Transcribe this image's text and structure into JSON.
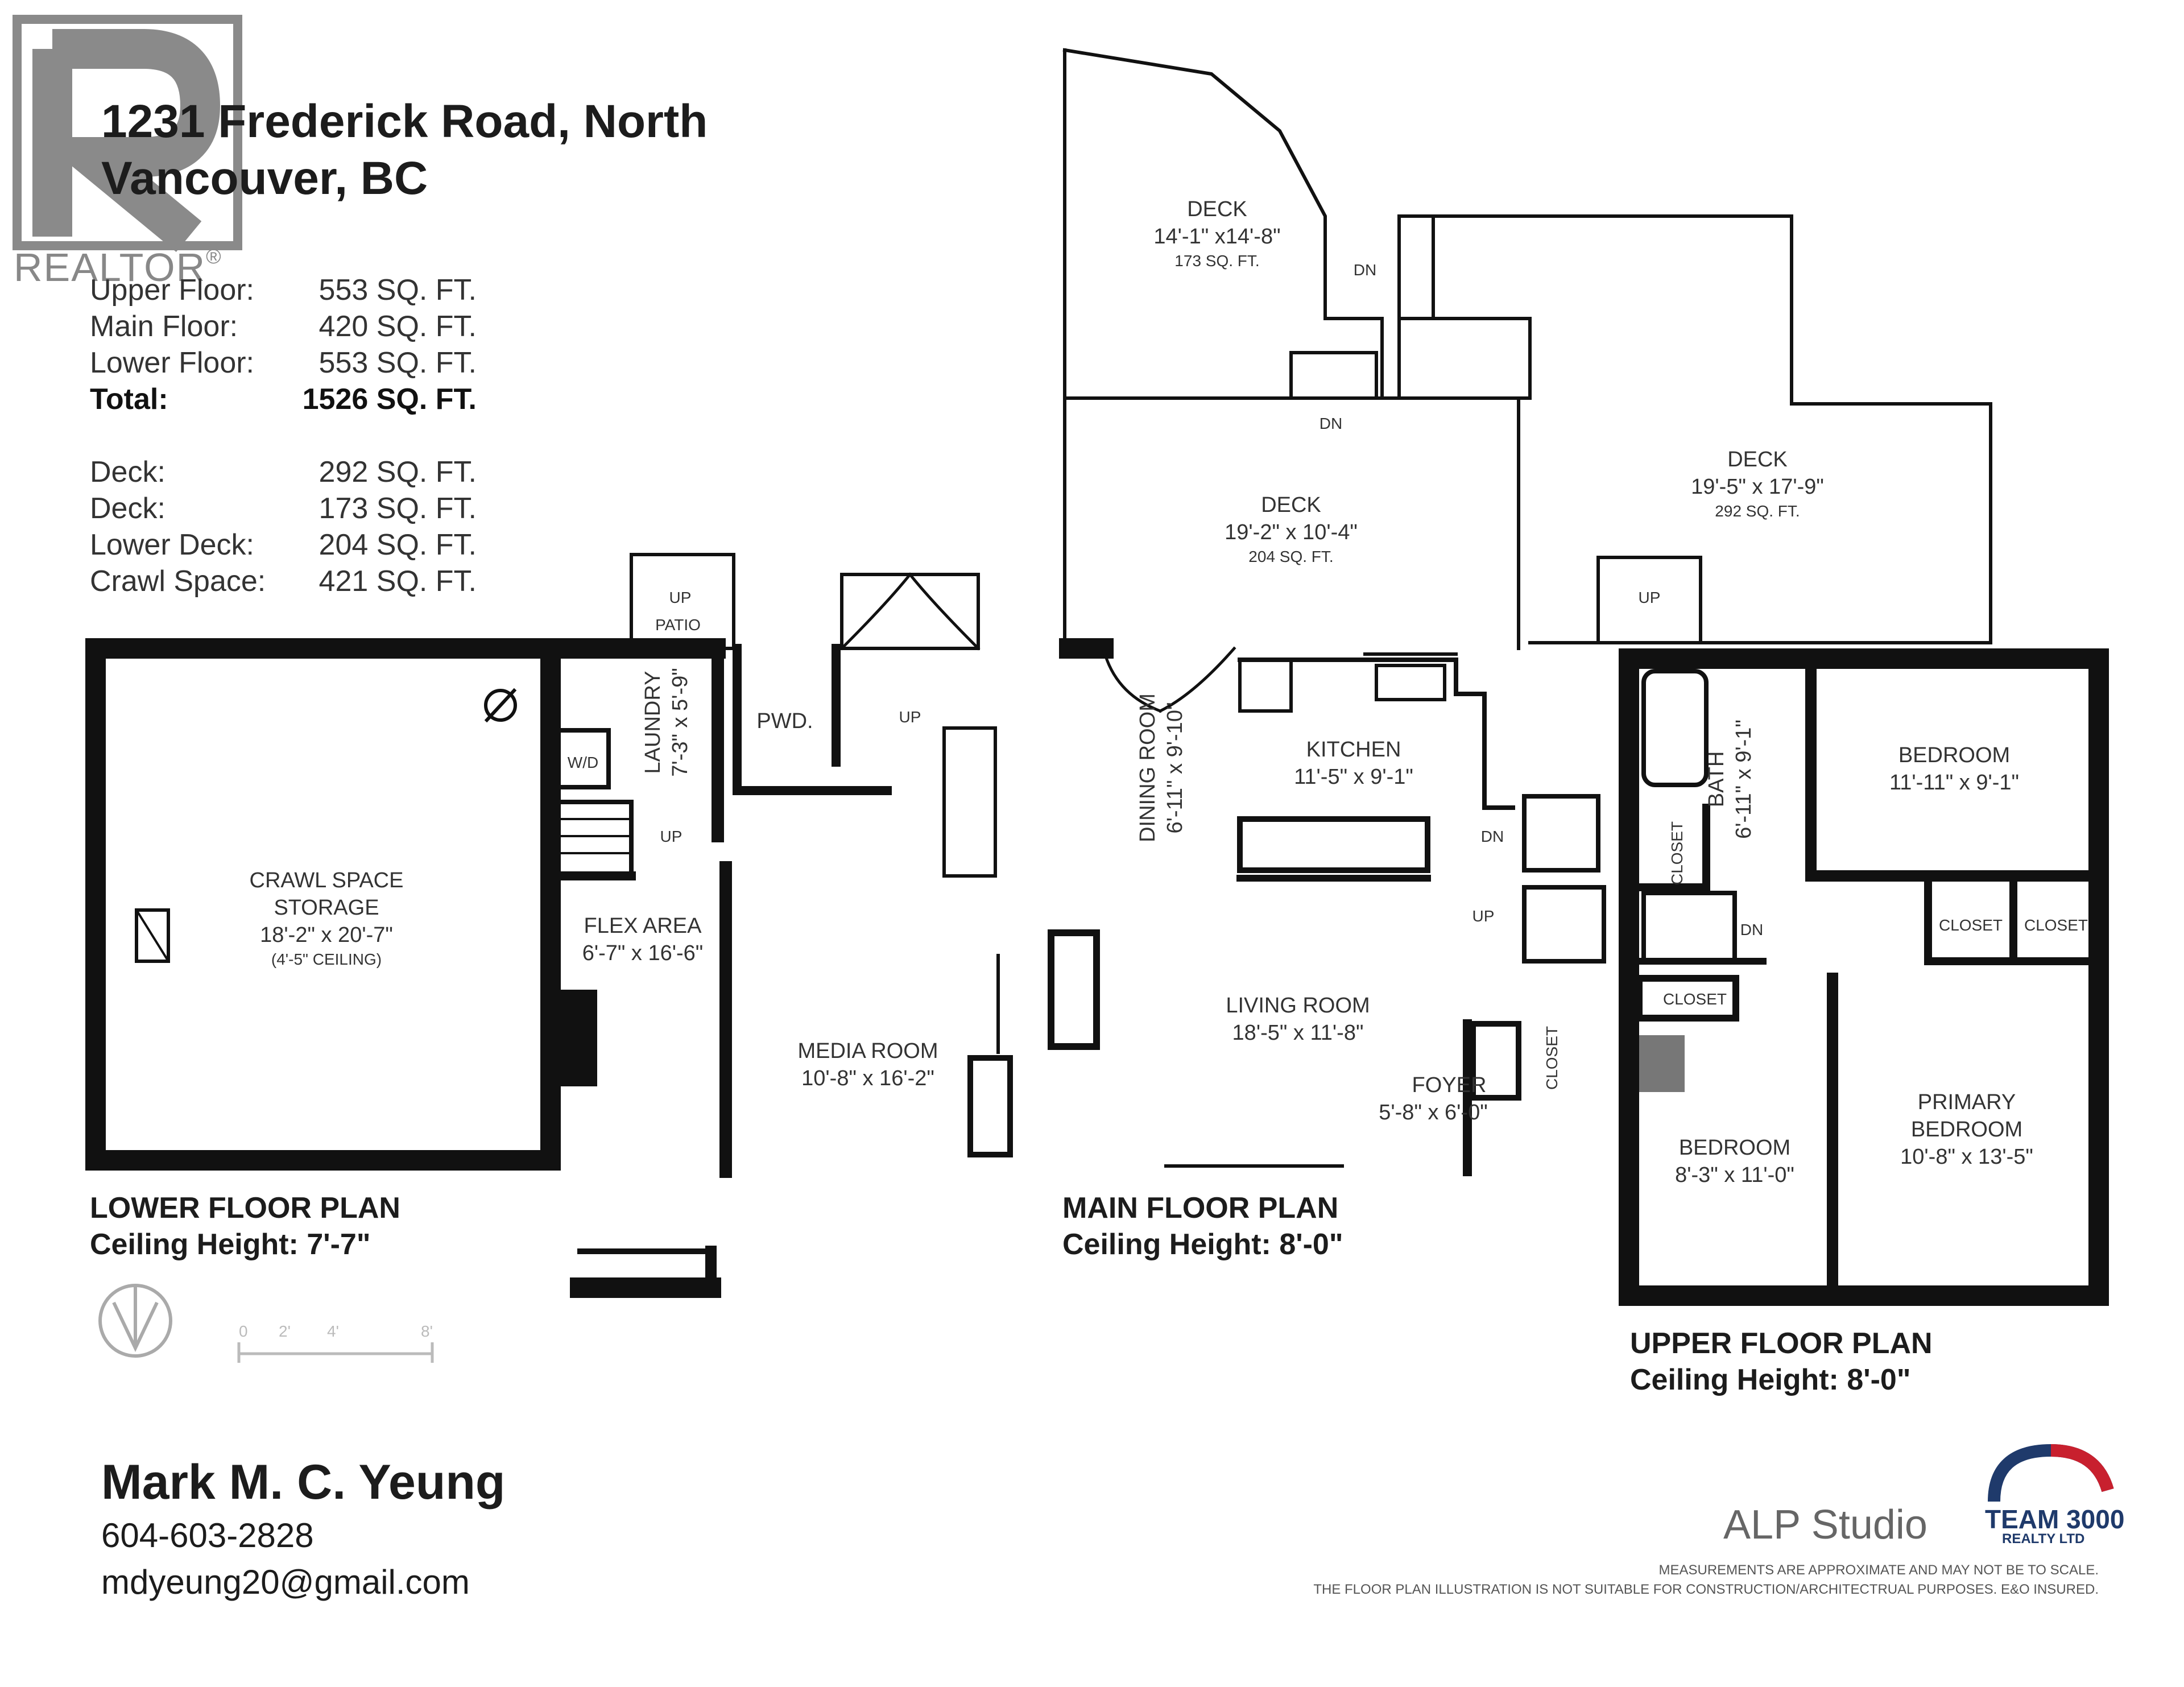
{
  "listing": {
    "address_line1": "1231 Frederick Road, North",
    "address_line2": "Vancouver, BC"
  },
  "realtor_logo": {
    "text": "REALTOR",
    "mark": "®"
  },
  "areas": [
    {
      "label": "Upper Floor:",
      "value": "553 SQ. FT."
    },
    {
      "label": "Main Floor:",
      "value": "420 SQ. FT."
    },
    {
      "label": "Lower Floor:",
      "value": "553 SQ. FT."
    },
    {
      "label": "Total:",
      "value": "1526 SQ. FT."
    },
    {
      "label": "Deck:",
      "value": "292 SQ. FT."
    },
    {
      "label": "Deck:",
      "value": "173 SQ. FT."
    },
    {
      "label": "Lower Deck:",
      "value": "204 SQ. FT."
    },
    {
      "label": "Crawl Space:",
      "value": "421 SQ. FT."
    }
  ],
  "plans": {
    "lower": {
      "title": "LOWER FLOOR PLAN",
      "ceiling": "Ceiling Height: 7'-7\""
    },
    "main": {
      "title": "MAIN FLOOR PLAN",
      "ceiling": "Ceiling Height: 8'-0\""
    },
    "upper": {
      "title": "UPPER FLOOR PLAN",
      "ceiling": "Ceiling Height: 8'-0\""
    }
  },
  "rooms": {
    "crawl": {
      "name1": "CRAWL SPACE",
      "name2": "STORAGE",
      "dims": "18'-2\" x 20'-7\"",
      "note": "(4'-5\" CEILING)"
    },
    "laundry": {
      "name": "LAUNDRY",
      "dims": "7'-3\" x 5'-9\""
    },
    "wd": "W/D",
    "pwd": "PWD.",
    "patio": "PATIO",
    "flex": {
      "name": "FLEX AREA",
      "dims": "6'-7\" x 16'-6\""
    },
    "media": {
      "name": "MEDIA ROOM",
      "dims": "10'-8\" x 16'-2\""
    },
    "dining": {
      "name": "DINING ROOM",
      "dims": "6'-11\" x 9'-10\""
    },
    "kitchen": {
      "name": "KITCHEN",
      "dims": "11'-5\" x 9'-1\""
    },
    "living": {
      "name": "LIVING ROOM",
      "dims": "18'-5\" x 11'-8\""
    },
    "foyer": {
      "name": "FOYER",
      "dims": "5'-8\" x 6'-0\""
    },
    "deck_top": {
      "name": "DECK",
      "dims": "14'-1\" x14'-8\"",
      "area": "173 SQ. FT."
    },
    "deck_left": {
      "name": "DECK",
      "dims": "19'-2\" x 10'-4\"",
      "area": "204 SQ. FT."
    },
    "deck_right": {
      "name": "DECK",
      "dims": "19'-5\" x 17'-9\"",
      "area": "292 SQ. FT."
    },
    "bath": {
      "name": "BATH",
      "dims": "6'-11\" x 9'-1\""
    },
    "bedroom_ne": {
      "name": "BEDROOM",
      "dims": "11'-11\"  x 9'-1\""
    },
    "bedroom_sw": {
      "name": "BEDROOM",
      "dims": "8'-3\" x 11'-0\""
    },
    "primary": {
      "name1": "PRIMARY",
      "name2": "BEDROOM",
      "dims": "10'-8\" x 13'-5\""
    },
    "closet": "CLOSET",
    "up": "UP",
    "dn": "DN"
  },
  "scale_bar": {
    "ticks": [
      "0",
      "2'",
      "4'",
      "8'"
    ]
  },
  "agent": {
    "name": "Mark M. C. Yeung",
    "phone": "604-603-2828",
    "email": "mdyeung20@gmail.com"
  },
  "brand": {
    "studio": "ALP Studio",
    "team_line1": "TEAM 3000",
    "team_line2": "REALTY LTD"
  },
  "disclaimer": {
    "line1": "MEASUREMENTS ARE APPROXIMATE AND MAY NOT BE TO SCALE.",
    "line2": "THE FLOOR PLAN ILLUSTRATION IS NOT SUITABLE FOR CONSTRUCTION/ARCHITECTRUAL PURPOSES. E&O INSURED."
  },
  "colors": {
    "wall": "#111111",
    "logo_red": "#c8202e",
    "logo_navy": "#1f3a6b",
    "realtor_grey": "#8a8a8a"
  }
}
